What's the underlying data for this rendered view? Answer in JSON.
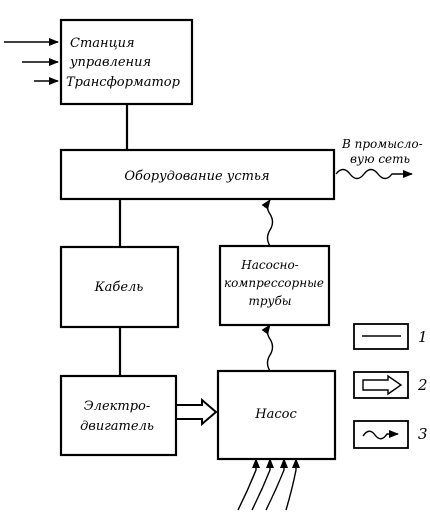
{
  "blocks": {
    "control_station": {
      "line1": "Станция",
      "line2": "управления",
      "line3": "Трансформатор"
    },
    "wellhead_equipment": {
      "label": "Оборудование устья"
    },
    "field_network": {
      "line1": "В промысло-",
      "line2": "вую сеть"
    },
    "cable": {
      "label": "Кабель"
    },
    "tubing": {
      "line1": "Насосно-",
      "line2": "компрессорные",
      "line3": "трубы"
    },
    "motor": {
      "line1": "Электро-",
      "line2": "двигатель"
    },
    "pump": {
      "label": "Насос"
    }
  },
  "legend": [
    {
      "number": "1",
      "icon": "line-icon"
    },
    {
      "number": "2",
      "icon": "hollow-arrow-icon"
    },
    {
      "number": "3",
      "icon": "wavy-arrow-icon"
    }
  ],
  "colors": {
    "ink": "#000000",
    "background": "#ffffff"
  }
}
